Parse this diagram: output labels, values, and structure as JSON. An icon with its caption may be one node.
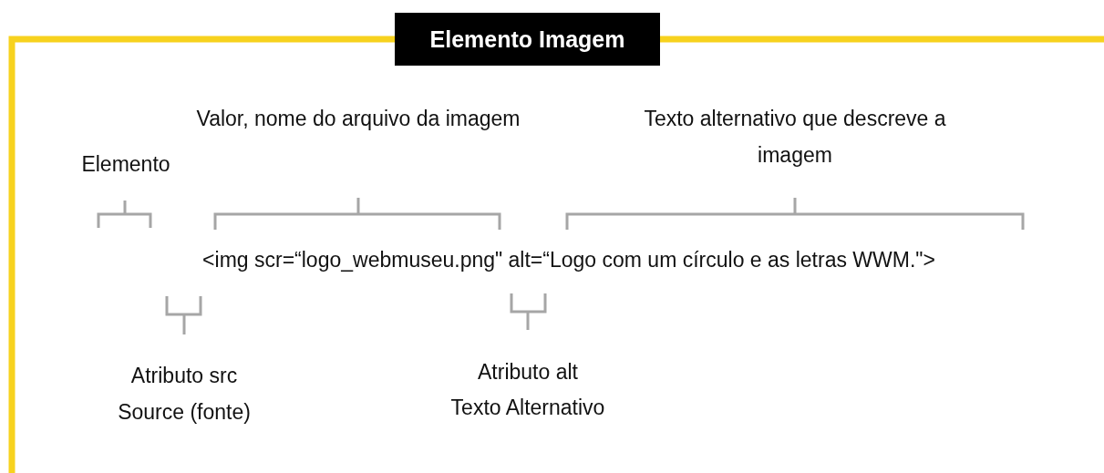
{
  "diagram": {
    "title": "Elemento Imagem",
    "labels": [
      "Valor, nome do arquivo da imagem",
      "Texto alternativo que descreve a imagem",
      "Elemento",
      "<img scr=“logo_webmuseu.png\" alt=“Logo com um círculo e as letras WWM.\">",
      "Atributo src",
      "Source (fonte)",
      "Atributo alt",
      "Texto Alternativo"
    ]
  }
}
